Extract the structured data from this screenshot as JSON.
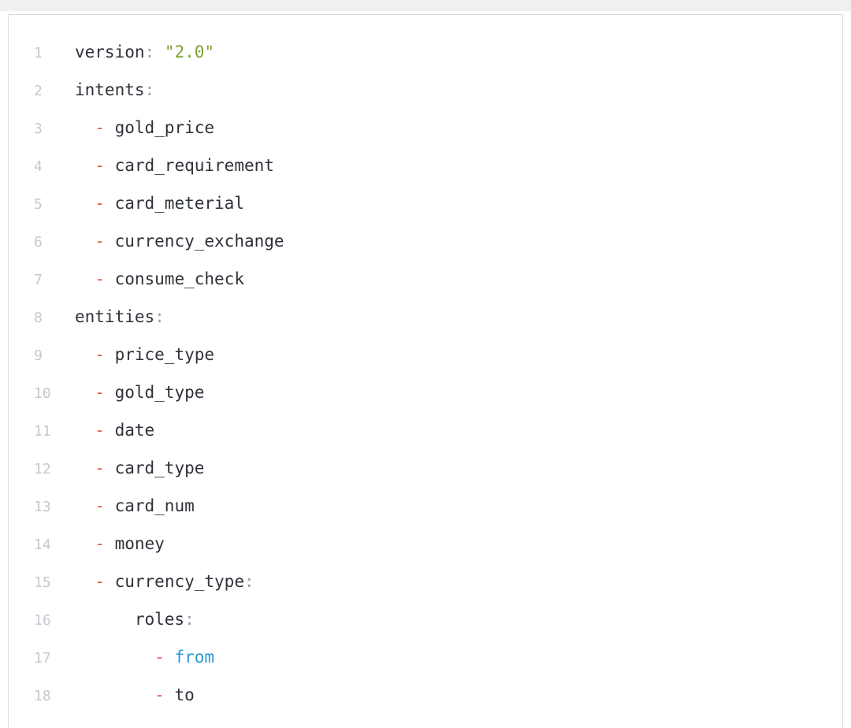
{
  "colors": {
    "border": "#d9dde2",
    "background": "#ffffff",
    "top_strip": "#eef0f2",
    "line_number": "#c3c9cf",
    "plain": "#2d3138",
    "key": "#2d3138",
    "punctuation": "#9aa2aa",
    "string": "#7da333",
    "dash": "#e4564a",
    "keyword": "#2b9bd7"
  },
  "code": {
    "language": "yaml",
    "lines": [
      {
        "number": "1",
        "tokens": [
          {
            "t": "key",
            "v": "version"
          },
          {
            "t": "punct",
            "v": ":"
          },
          {
            "t": "plain",
            "v": " "
          },
          {
            "t": "str",
            "v": "\"2.0\""
          }
        ]
      },
      {
        "number": "2",
        "tokens": [
          {
            "t": "key",
            "v": "intents"
          },
          {
            "t": "punct",
            "v": ":"
          }
        ]
      },
      {
        "number": "3",
        "tokens": [
          {
            "t": "plain",
            "v": "  "
          },
          {
            "t": "dash",
            "v": "-"
          },
          {
            "t": "plain",
            "v": " gold_price"
          }
        ]
      },
      {
        "number": "4",
        "tokens": [
          {
            "t": "plain",
            "v": "  "
          },
          {
            "t": "dash",
            "v": "-"
          },
          {
            "t": "plain",
            "v": " card_requirement"
          }
        ]
      },
      {
        "number": "5",
        "tokens": [
          {
            "t": "plain",
            "v": "  "
          },
          {
            "t": "dash",
            "v": "-"
          },
          {
            "t": "plain",
            "v": " card_meterial"
          }
        ]
      },
      {
        "number": "6",
        "tokens": [
          {
            "t": "plain",
            "v": "  "
          },
          {
            "t": "dash",
            "v": "-"
          },
          {
            "t": "plain",
            "v": " currency_exchange"
          }
        ]
      },
      {
        "number": "7",
        "tokens": [
          {
            "t": "plain",
            "v": "  "
          },
          {
            "t": "dash",
            "v": "-"
          },
          {
            "t": "plain",
            "v": " consume_check"
          }
        ]
      },
      {
        "number": "8",
        "tokens": [
          {
            "t": "key",
            "v": "entities"
          },
          {
            "t": "punct",
            "v": ":"
          }
        ]
      },
      {
        "number": "9",
        "tokens": [
          {
            "t": "plain",
            "v": "  "
          },
          {
            "t": "dash",
            "v": "-"
          },
          {
            "t": "plain",
            "v": " price_type"
          }
        ]
      },
      {
        "number": "10",
        "tokens": [
          {
            "t": "plain",
            "v": "  "
          },
          {
            "t": "dash",
            "v": "-"
          },
          {
            "t": "plain",
            "v": " gold_type"
          }
        ]
      },
      {
        "number": "11",
        "tokens": [
          {
            "t": "plain",
            "v": "  "
          },
          {
            "t": "dash",
            "v": "-"
          },
          {
            "t": "plain",
            "v": " date"
          }
        ]
      },
      {
        "number": "12",
        "tokens": [
          {
            "t": "plain",
            "v": "  "
          },
          {
            "t": "dash",
            "v": "-"
          },
          {
            "t": "plain",
            "v": " card_type"
          }
        ]
      },
      {
        "number": "13",
        "tokens": [
          {
            "t": "plain",
            "v": "  "
          },
          {
            "t": "dash",
            "v": "-"
          },
          {
            "t": "plain",
            "v": " card_num"
          }
        ]
      },
      {
        "number": "14",
        "tokens": [
          {
            "t": "plain",
            "v": "  "
          },
          {
            "t": "dash",
            "v": "-"
          },
          {
            "t": "plain",
            "v": " money"
          }
        ]
      },
      {
        "number": "15",
        "tokens": [
          {
            "t": "plain",
            "v": "  "
          },
          {
            "t": "dash",
            "v": "-"
          },
          {
            "t": "plain",
            "v": " "
          },
          {
            "t": "key",
            "v": "currency_type"
          },
          {
            "t": "punct",
            "v": ":"
          }
        ]
      },
      {
        "number": "16",
        "tokens": [
          {
            "t": "plain",
            "v": "      "
          },
          {
            "t": "key",
            "v": "roles"
          },
          {
            "t": "punct",
            "v": ":"
          }
        ]
      },
      {
        "number": "17",
        "tokens": [
          {
            "t": "plain",
            "v": "        "
          },
          {
            "t": "dash",
            "v": "-"
          },
          {
            "t": "plain",
            "v": " "
          },
          {
            "t": "kw",
            "v": "from"
          }
        ]
      },
      {
        "number": "18",
        "tokens": [
          {
            "t": "plain",
            "v": "        "
          },
          {
            "t": "dash",
            "v": "-"
          },
          {
            "t": "plain",
            "v": " to"
          }
        ]
      }
    ]
  }
}
